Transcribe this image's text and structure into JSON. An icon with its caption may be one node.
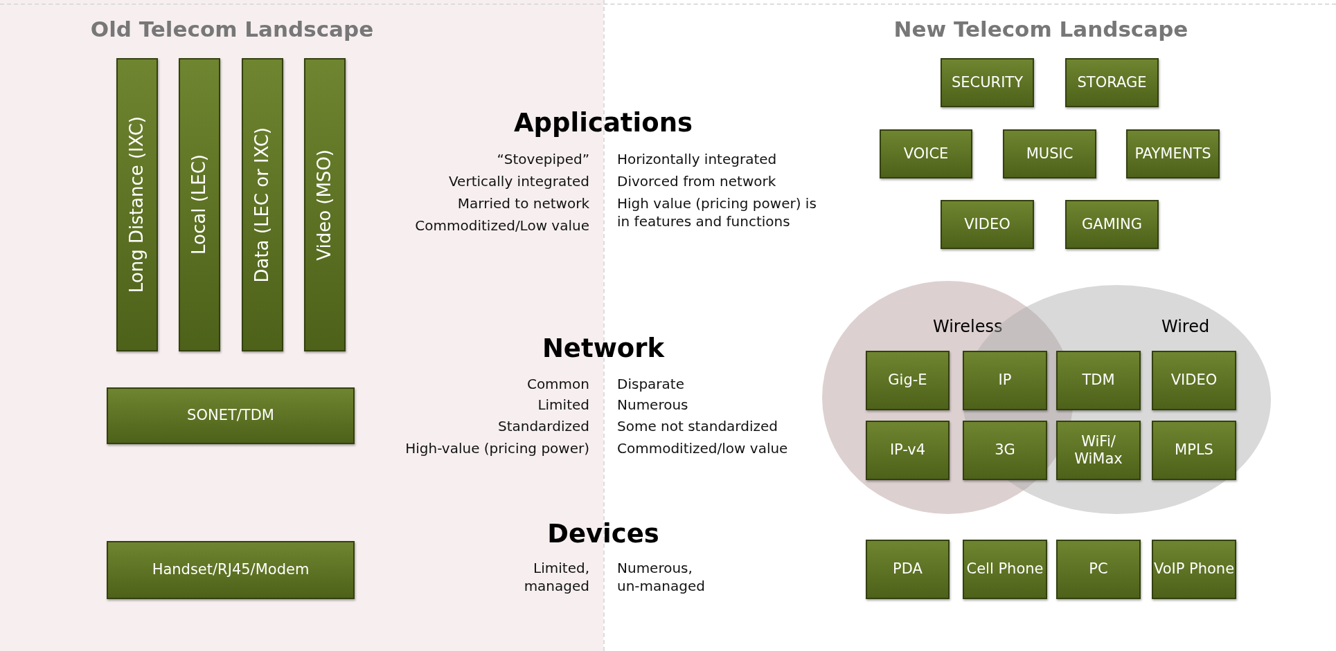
{
  "diagram": {
    "nodes": [
      {
        "text": [
          "Long Distance (IXC)"
        ]
      },
      {
        "text": [
          "Local (LEC)"
        ]
      },
      {
        "text": [
          "Data (LEC or IXC)"
        ]
      },
      {
        "text": [
          "Video (MSO)"
        ]
      },
      {
        "text": [
          "SONET/TDM"
        ]
      },
      {
        "text": [
          "Handset/RJ45/Modem"
        ]
      },
      {
        "text": [
          "SECURITY"
        ]
      },
      {
        "text": [
          "STORAGE"
        ]
      },
      {
        "text": [
          "VOICE"
        ]
      },
      {
        "text": [
          "MUSIC"
        ]
      },
      {
        "text": [
          "PAYMENTS"
        ]
      },
      {
        "text": [
          "VIDEO"
        ]
      },
      {
        "text": [
          "GAMING"
        ]
      },
      {
        "text": [
          "Wireless"
        ]
      },
      {
        "text": [
          "Wired"
        ]
      },
      {
        "text": [
          "Gig-E"
        ],
        "in": 13
      },
      {
        "text": [
          "IP"
        ]
      },
      {
        "text": [
          "TDM"
        ],
        "in": 14
      },
      {
        "text": [
          "VIDEO"
        ],
        "in": 14
      },
      {
        "text": [
          "IP-v4"
        ],
        "in": 13
      },
      {
        "text": [
          "3G"
        ]
      },
      {
        "text": [
          "WiFi/ WiMax"
        ],
        "in": 14
      },
      {
        "text": [
          "MPLS"
        ],
        "in": 14
      },
      {
        "text": [
          "PDA"
        ]
      },
      {
        "text": [
          "Cell Phone"
        ]
      },
      {
        "text": [
          "PC"
        ]
      },
      {
        "text": [
          "VoIP Phone"
        ]
      }
    ],
    "labels": [
      "Old Telecom Landscape",
      "New Telecom Landscape",
      "Applications",
      "“Stovepiped”",
      "Vertically integrated",
      "Married to network",
      "Commoditized/Low value",
      "Horizontally integrated",
      "Divorced from network",
      "High value (pricing power) is in features and functions",
      "Network",
      "Common",
      "Limited",
      "Standardized",
      "High-value (pricing power)",
      "Disparate",
      "Numerous",
      "Some not standardized",
      "Commoditized/low value",
      "Devices",
      "Limited, managed",
      "Numerous, un-managed"
    ]
  }
}
